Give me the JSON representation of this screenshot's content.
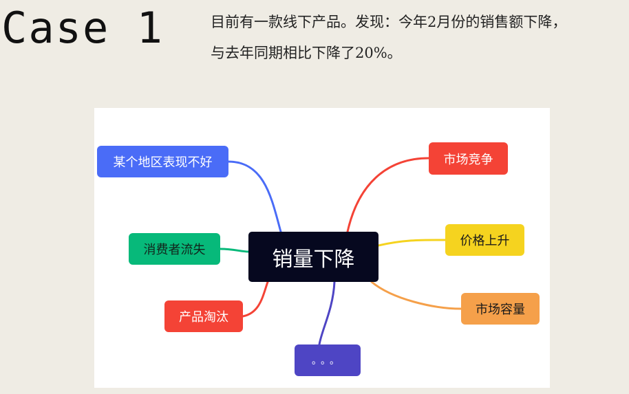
{
  "slide": {
    "title": "Case 1",
    "description_lines": [
      "目前有一款线下产品。发现：今年2月份的销售额下降，",
      "与去年同期相比下降了20%。"
    ]
  },
  "mindmap": {
    "center": {
      "label": "销量下降",
      "color": "#06081f"
    },
    "branches": {
      "region": {
        "label": "某个地区表现不好",
        "color": "#4a6cf7"
      },
      "consumer": {
        "label": "消费者流失",
        "color": "#07b97a"
      },
      "phaseout": {
        "label": "产品淘汰",
        "color": "#f44336"
      },
      "etc": {
        "label": "。。。",
        "color": "#4e45c4"
      },
      "competition": {
        "label": "市场竞争",
        "color": "#f44336"
      },
      "price": {
        "label": "价格上升",
        "color": "#f5d31f"
      },
      "capacity": {
        "label": "市场容量",
        "color": "#f5a04a"
      }
    }
  }
}
